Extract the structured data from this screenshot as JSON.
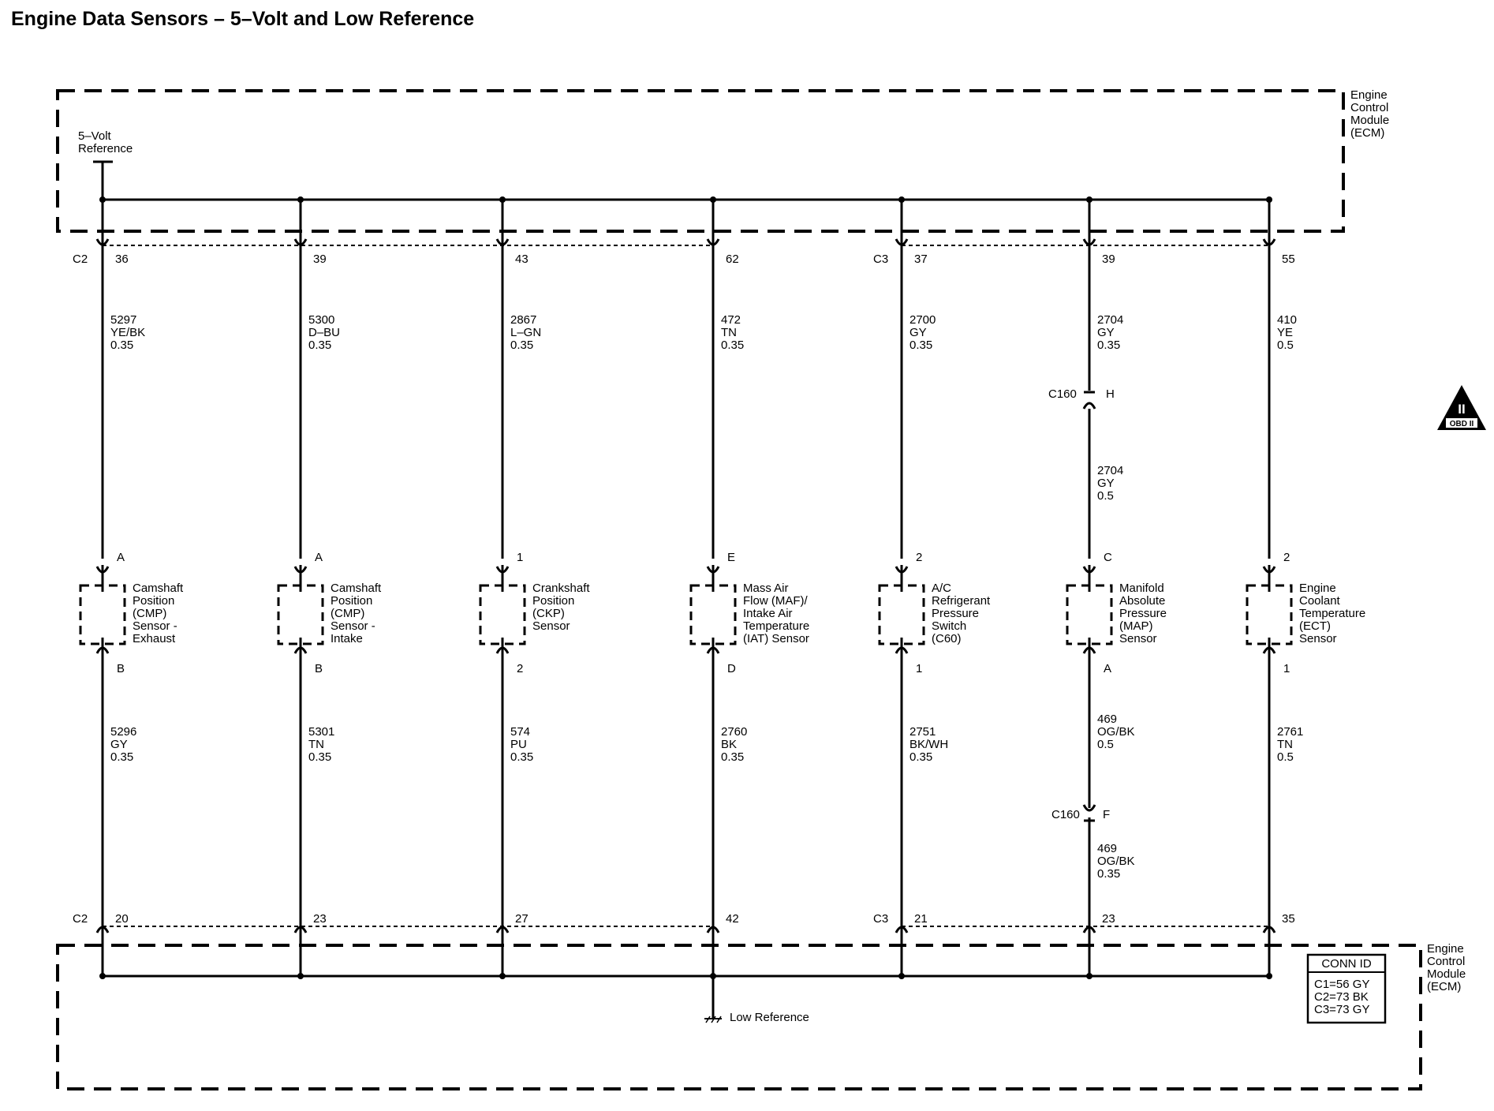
{
  "title": "Engine Data Sensors – 5–Volt and Low Reference",
  "ecm_top_label": [
    "Engine",
    "Control",
    "Module",
    "(ECM)"
  ],
  "ecm_bottom_label": [
    "Engine",
    "Control",
    "Module",
    "(ECM)"
  ],
  "five_volt_label": [
    "5–Volt",
    "Reference"
  ],
  "low_reference_label": "Low Reference",
  "connectors": {
    "top_c2": "C2",
    "top_c3": "C3",
    "bottom_c2": "C2",
    "bottom_c3": "C3",
    "inline_top": "C160",
    "inline_top_pin": "H",
    "inline_bottom": "C160",
    "inline_bottom_pin": "F"
  },
  "conn_id": {
    "header": "CONN ID",
    "rows": [
      "C1=56 GY",
      "C2=73 BK",
      "C3=73 GY"
    ]
  },
  "obd_badge": {
    "numeral": "II",
    "label": "OBD II"
  },
  "sensors": [
    {
      "name_lines": [
        "Camshaft",
        "Position",
        "(CMP)",
        "Sensor -",
        "Exhaust"
      ],
      "top_pin": "36",
      "bottom_pin": "20",
      "upper_wire": [
        "5297",
        "YE/BK",
        "0.35"
      ],
      "lower_wire": [
        "5296",
        "GY",
        "0.35"
      ],
      "pin_top": "A",
      "pin_bottom": "B"
    },
    {
      "name_lines": [
        "Camshaft",
        "Position",
        "(CMP)",
        "Sensor -",
        "Intake"
      ],
      "top_pin": "39",
      "bottom_pin": "23",
      "upper_wire": [
        "5300",
        "D–BU",
        "0.35"
      ],
      "lower_wire": [
        "5301",
        "TN",
        "0.35"
      ],
      "pin_top": "A",
      "pin_bottom": "B"
    },
    {
      "name_lines": [
        "Crankshaft",
        "Position",
        "(CKP)",
        "Sensor"
      ],
      "top_pin": "43",
      "bottom_pin": "27",
      "upper_wire": [
        "2867",
        "L–GN",
        "0.35"
      ],
      "lower_wire": [
        "574",
        "PU",
        "0.35"
      ],
      "pin_top": "1",
      "pin_bottom": "2"
    },
    {
      "name_lines": [
        "Mass Air",
        "Flow (MAF)/",
        "Intake Air",
        "Temperature",
        "(IAT) Sensor"
      ],
      "top_pin": "62",
      "bottom_pin": "42",
      "upper_wire": [
        "472",
        "TN",
        "0.35"
      ],
      "lower_wire": [
        "2760",
        "BK",
        "0.35"
      ],
      "pin_top": "E",
      "pin_bottom": "D"
    },
    {
      "name_lines": [
        "A/C",
        "Refrigerant",
        "Pressure",
        "Switch",
        "(C60)"
      ],
      "top_pin": "37",
      "bottom_pin": "21",
      "upper_wire": [
        "2700",
        "GY",
        "0.35"
      ],
      "lower_wire": [
        "2751",
        "BK/WH",
        "0.35"
      ],
      "pin_top": "2",
      "pin_bottom": "1"
    },
    {
      "name_lines": [
        "Manifold",
        "Absolute",
        "Pressure",
        "(MAP)",
        "Sensor"
      ],
      "top_pin": "39",
      "bottom_pin": "23",
      "upper_wire": [
        "2704",
        "GY",
        "0.35"
      ],
      "upper_wire_2": [
        "2704",
        "GY",
        "0.5"
      ],
      "lower_wire": [
        "469",
        "OG/BK",
        "0.5"
      ],
      "lower_wire_2": [
        "469",
        "OG/BK",
        "0.35"
      ],
      "pin_top": "C",
      "pin_bottom": "A"
    },
    {
      "name_lines": [
        "Engine",
        "Coolant",
        "Temperature",
        "(ECT)",
        "Sensor"
      ],
      "top_pin": "55",
      "bottom_pin": "35",
      "upper_wire": [
        "410",
        "YE",
        "0.5"
      ],
      "lower_wire": [
        "2761",
        "TN",
        "0.5"
      ],
      "pin_top": "2",
      "pin_bottom": "1"
    }
  ]
}
